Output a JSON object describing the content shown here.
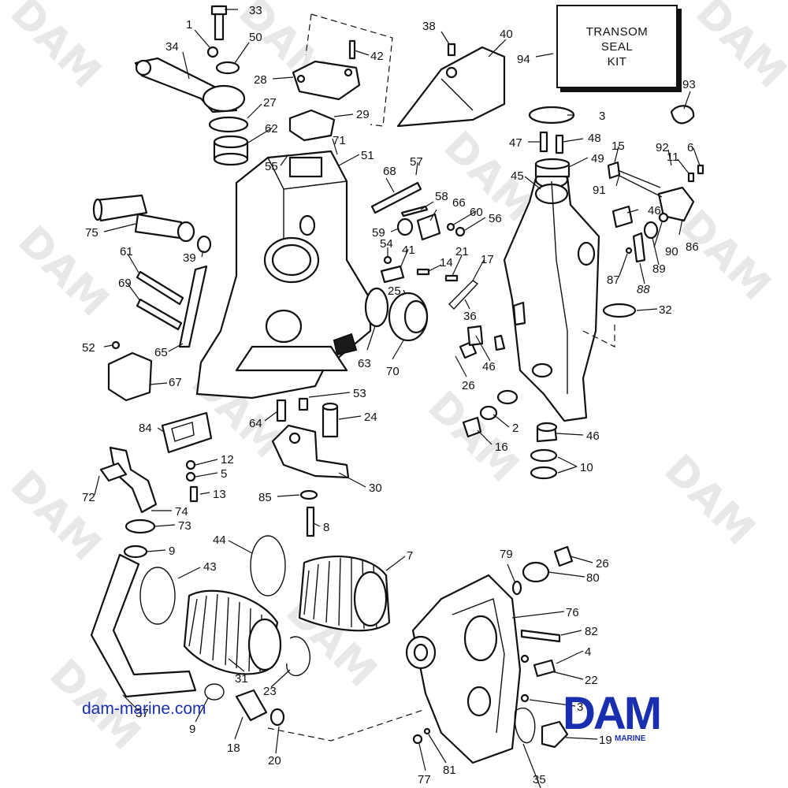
{
  "watermark": "DAM",
  "kit_label": [
    "TRANSOM",
    "SEAL",
    "KIT"
  ],
  "site_link": "dam-marine.com",
  "logo": {
    "brand": "DAM",
    "subtitle": "MARINE",
    "color": "#1a2fb0"
  },
  "callouts": {
    "c1": "1",
    "c33": "33",
    "c50": "50",
    "c34": "34",
    "c28": "28",
    "c42": "42",
    "c38": "38",
    "c40": "40",
    "c94": "94",
    "c27": "27",
    "c29": "29",
    "c3a": "3",
    "c93": "93",
    "c62": "62",
    "c71": "71",
    "c51": "51",
    "c55": "55",
    "c47": "47",
    "c48": "48",
    "c15": "15",
    "c92": "92",
    "c11": "11",
    "c6": "6",
    "c57": "57",
    "c68": "68",
    "c45": "45",
    "c49": "49",
    "c91": "91",
    "c75": "75",
    "c58": "58",
    "c66": "66",
    "c60": "60",
    "c56": "56",
    "c46a": "46",
    "c59": "59",
    "c39": "39",
    "c54": "54",
    "c41": "41",
    "c86": "86",
    "c90": "90",
    "c61": "61",
    "c21": "21",
    "c17": "17",
    "c14": "14",
    "c87": "87",
    "c89": "89",
    "c25": "25",
    "c88": "88",
    "c69": "69",
    "c36": "36",
    "c32": "32",
    "c52": "52",
    "c65": "65",
    "c63": "63",
    "c70": "70",
    "c46b": "46",
    "c26a": "26",
    "c67": "67",
    "c53": "53",
    "c64": "64",
    "c24": "24",
    "c2": "2",
    "c84": "84",
    "c46c": "46",
    "c16": "16",
    "c12": "12",
    "c5": "5",
    "c10": "10",
    "c72": "72",
    "c13": "13",
    "c30": "30",
    "c85": "85",
    "c74": "74",
    "c73": "73",
    "c8": "8",
    "c9a": "9",
    "c44": "44",
    "c7": "7",
    "c79": "79",
    "c26b": "26",
    "c43": "43",
    "c80": "80",
    "c76": "76",
    "c82": "82",
    "c4": "4",
    "c31": "31",
    "c22": "22",
    "c23": "23",
    "c37": "37",
    "c3b": "3",
    "c9b": "9",
    "c18": "18",
    "c20": "20",
    "c19": "19",
    "c77": "77",
    "c81": "81",
    "c35": "35"
  }
}
